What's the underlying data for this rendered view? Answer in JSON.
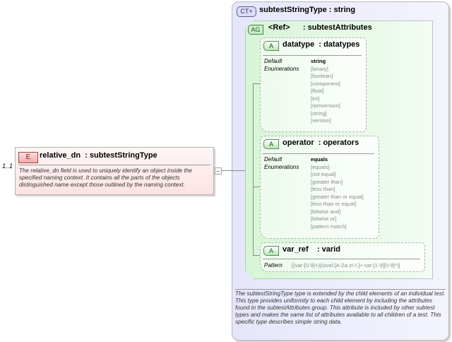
{
  "element": {
    "badge": "E",
    "multiplicity": "1..1",
    "title": "relative_dn  : subtestStringType",
    "description": "The relative_dn field is used to uniquely identify an object inside the specified naming context.  It contains all the parts of the objects distinguished name except those outlined by the naming context."
  },
  "complex_type": {
    "badge": "CT+",
    "title": "subtestStringType : string",
    "description": "The subtestStringType type is extended by the child elements of an individual test.  This type provides uniformity to each child element by including the attributes found in the subtestAttributes group.  This attribute is included by other subtest types and makes the same list of attributes available to all children of a test.  This specific type describes simple string data."
  },
  "attribute_group": {
    "badge": "AG",
    "title": "<Ref>      : subtestAttributes"
  },
  "attributes": [
    {
      "badge": "A",
      "title": "datatype  : datatypes",
      "labels": "Default\nEnumerations",
      "default": "string",
      "enumerations": "[binary]\n[boolean]\n[component]\n[float]\n[int]\n[rpmversion]\n[string]\n[version]"
    },
    {
      "badge": "A",
      "title": "operator  : operators",
      "labels": "Default\nEnumerations",
      "default": "equals",
      "enumerations": "[equals]\n[not equal]\n[greater than]\n[less than]\n[greater than or equal]\n[less than or equal]\n[bitwise and]\n[bitwise or]\n[pattern match]"
    },
    {
      "badge": "A",
      "title": "var_ref    : varid",
      "pattern_label": "Pattern",
      "pattern": "[(var-[0-9]+)|(oval:[A-Za-z\\-\\.]+:var:[1-9][0-9]*)]"
    }
  ],
  "colors": {
    "element_fill": "#fde3e3",
    "complex_type_fill": "#e6e6fb",
    "attribute_group_fill": "#d6f5d6"
  }
}
